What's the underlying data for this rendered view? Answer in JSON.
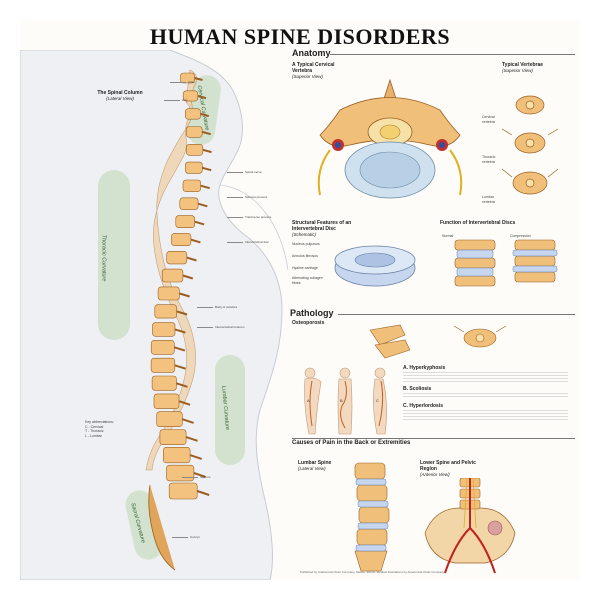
{
  "title": "HUMAN SPINE DISORDERS",
  "left": {
    "spinal_column_title": "The Spinal Column",
    "spinal_column_sub": "(Lateral View)",
    "curvatures": [
      "Cervical Curvature",
      "Thoracic Curvature",
      "Lumbar Curvature",
      "Sacral Curvature"
    ],
    "labels": [
      "Atlas",
      "Axis",
      "Spinal nerve",
      "Spinous process",
      "Transverse process",
      "Intervertebral disc",
      "Body of vertebra",
      "Intervertebral foramen",
      "Sacrum",
      "Coccyx"
    ],
    "abbrev_title": "Key abbreviations:",
    "abbrev": [
      "C - Cervical",
      "T - Thoracic",
      "L - Lumbar"
    ]
  },
  "anatomy": {
    "header": "Anatomy",
    "cervical_title": "A Typical Cervical Vertebra",
    "cervical_sub": "(Superior View)",
    "typical_title": "Typical Vertebrae",
    "typical_sub": "(Superior View)",
    "typical_labels": [
      "Cervical vertebra",
      "Thoracic vertebra",
      "Lumbar vertebra"
    ],
    "disc_title": "Structural Features of an Intervertebral Disc",
    "disc_sub": "(Schematic)",
    "disc_labels": [
      "Nucleus pulposus",
      "Annulus fibrosus",
      "Hyaline cartilage",
      "Alternating collagen fibres"
    ],
    "function_title": "Function of Intervertebral Discs",
    "function_labels": [
      "Normal",
      "Compression"
    ]
  },
  "pathology": {
    "header": "Pathology",
    "osteo_title": "Osteoporosis",
    "a_title": "A. Hyperkyphosis",
    "b_title": "B. Scoliosis",
    "c_title": "C. Hyperlordosis",
    "letters": [
      "A",
      "B",
      "C"
    ]
  },
  "pain": {
    "header": "Causes of Pain in the Back or Extremities",
    "lumbar_title": "Lumbar Spine",
    "lumbar_sub": "(Lateral View)",
    "pelvis_title": "Lower Spine and Pelvic Region",
    "pelvis_sub": "(Anterior View)"
  },
  "footer": "Published by Anatomical Chart Company, Skokie, Illinois. Medical illustrations by Anatomical Chart Company."
}
